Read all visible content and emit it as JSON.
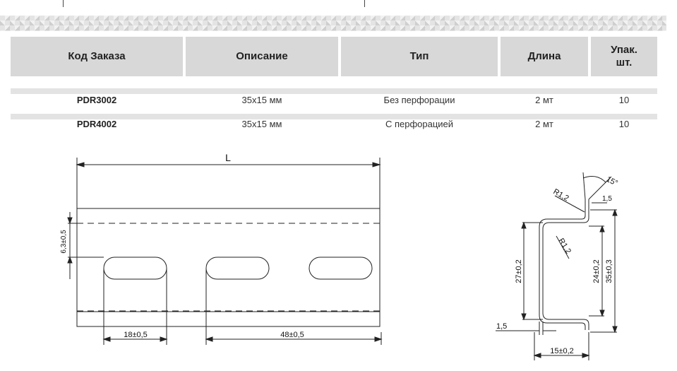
{
  "table": {
    "headers": [
      "Код Заказа",
      "Описание",
      "Тип",
      "Длина",
      "Упак. шт."
    ],
    "rows": [
      {
        "code": "PDR3002",
        "description": "35x15 мм",
        "type": "Без перфорации",
        "length": "2 мт",
        "pack": "10"
      },
      {
        "code": "PDR4002",
        "description": "35x15 мм",
        "type": "С перфорацией",
        "length": "2 мт",
        "pack": "10"
      }
    ]
  },
  "drawing_front": {
    "length_label": "L",
    "dim_63": "6,3±0,5",
    "dim_18": "18±0,5",
    "dim_48": "48±0,5"
  },
  "drawing_profile": {
    "angle": "15°",
    "r_top": "R1,2",
    "r_inner": "R1,2",
    "dim_15_top": "1,5",
    "dim_27": "27±0,2",
    "dim_24": "24±0,2",
    "dim_35": "35±0,3",
    "dim_15_left": "1,5",
    "dim_15_bottom": "15±0,2"
  }
}
